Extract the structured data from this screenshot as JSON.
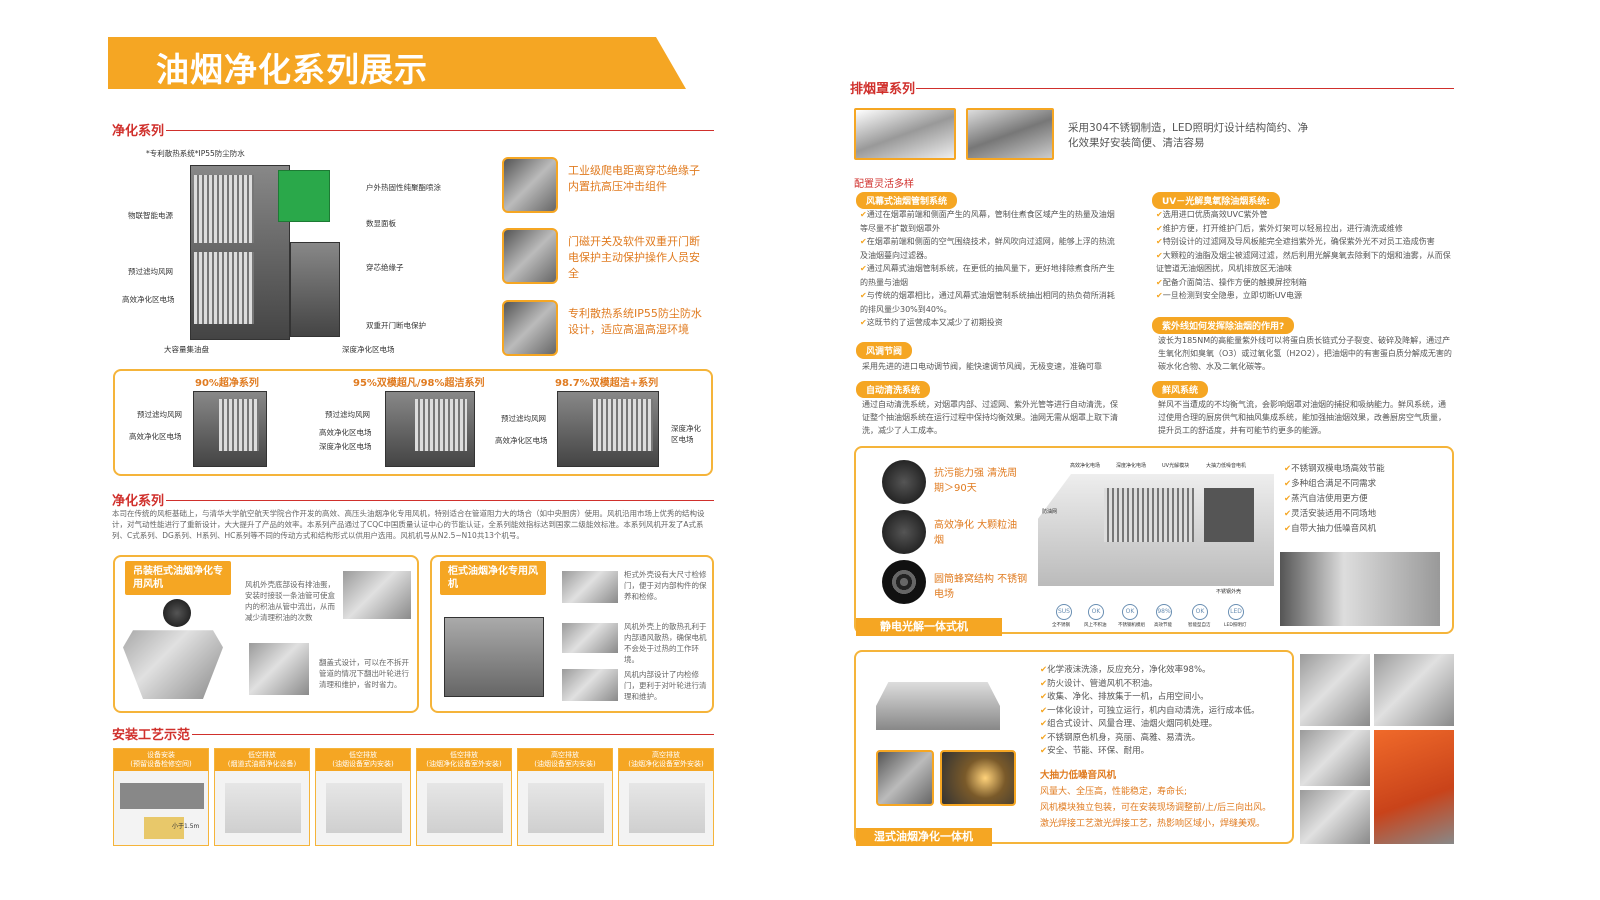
{
  "left": {
    "banner_title": "油烟净化系列展示",
    "sec1_title": "净化系列",
    "sec1_labels": {
      "top_note": "*专利散热系统*IP55防尘防水",
      "outdoor": "户外热固性纯聚酯喷涂",
      "iot_power": "物联智能电源",
      "data_panel": "数显面板",
      "prefilter": "预过滤均风网",
      "piercing": "穿芯绝缘子",
      "hv_zone": "高效净化区电场",
      "door_switch": "双重开门断电保护",
      "oil_tray": "大容量集油盘",
      "deep_zone": "深度净化区电场"
    },
    "features": [
      {
        "text": "工业级爬电距离穿芯绝缘子内置抗高压冲击组件"
      },
      {
        "text": "门磁开关及软件双重开门断电保护主动保护操作人员安全"
      },
      {
        "text": "专利散热系统IP55防尘防水设计，适应高温高湿环境"
      }
    ],
    "series": [
      {
        "title": "90%超净系列",
        "labels": [
          "预过滤均风网",
          "高效净化区电场"
        ]
      },
      {
        "title": "95%双模超凡/98%超洁系列",
        "labels": [
          "预过滤均风网",
          "高效净化区电场",
          "深度净化区电场"
        ]
      },
      {
        "title": "98.7%双模超洁+系列",
        "labels": [
          "预过滤均风网",
          "高效净化区电场",
          "深度净化区电场"
        ]
      }
    ],
    "sec2_title": "净化系列",
    "sec2_para": "本司在传统的风柜基础上，与清华大学航空航天学院合作开发的高效、高压头油烟净化专用风机，特别适合在管道阻力大的场合（如中央厨房）使用。风机沿用市场上优秀的结构设计，对气动性能进行了重新设计，大大提升了产品的效率。本系列产品通过了CQC中国质量认证中心的节能认证，全系列能效指标达到国家二级能效标准。本系列风机开发了A式系列、C式系列、DG系列、H系列、HC系列等不同的传动方式和结构形式以供用户选用。风机机号从N2.5~N10共13个机号。",
    "fan1": {
      "tag": "吊装柜式油烟净化专用风机",
      "text1": "风机外壳底部设有排油蛋，安装时接驳一条油管可使盒内的积油从管中流出，从而减少清理积油的次数",
      "text2": "翻盖式设计，可以在不拆开管道的情况下翻出叶轮进行清理和维护，省时省力。"
    },
    "fan2": {
      "tag": "柜式油烟净化专用风机",
      "notes": [
        "柜式外壳设有大尺寸检修门，便于对内部构件的保养和检修。",
        "风机外壳上的散热孔利于内部通风散热，确保电机不会处于过热的工作环境。",
        "风机内部设计了内检修门，更利于对叶轮进行清理和维护。"
      ]
    },
    "sec3_title": "安装工艺示范",
    "steps": [
      {
        "title": "设备安装",
        "sub": "(预留设备检修空间)"
      },
      {
        "title": "低空排放",
        "sub": "(烟道式油烟净化设备)"
      },
      {
        "title": "低空排放",
        "sub": "(油烟设备室内安装)"
      },
      {
        "title": "低空排放",
        "sub": "(油烟净化设备室外安装)"
      },
      {
        "title": "高空排放",
        "sub": "(油烟设备室内安装)"
      },
      {
        "title": "高空排放",
        "sub": "(油烟净化设备室外安装)"
      }
    ],
    "step1_note": "小于1.5m"
  },
  "right": {
    "sec_title": "排烟罩系列",
    "hood_desc": "采用304不锈钢制造，LED照明灯设计结构简约、净化效果好安装简便、清洁容易",
    "config_title": "配置灵活多样",
    "col1": [
      {
        "tag": "风幕式油烟管制系统",
        "items": [
          "通过在烟罩前端和侧面产生的风幕，管制住煮食区域产生的热量及油烟等尽量不扩散到烟罩外",
          "在烟罩前端和侧面的空气围绕技术，鲜风吹向过滤网，能够上浮的热流及油烟蔓向过滤器。",
          "通过风幕式油烟管制系统，在更低的抽风量下，更好地排除煮食所产生的热量与油烟",
          "与传统的烟罩相比，通过风幕式油烟管制系统抽出相同的热负荷所消耗的排风量少30%到40%。",
          "这既节约了运营成本又减少了初期投资"
        ]
      },
      {
        "tag": "风调节阀",
        "text": "采用先进的进口电动调节阀，能快速调节风阀，无极变速，准确可靠"
      },
      {
        "tag": "自动清洗系统",
        "text": "通过自动清洗系统，对烟罩内部、过滤网、紫外光管等进行自动清洗，保证整个抽油烟系统在运行过程中保持均衡效果。油网无需从烟罩上取下清洗，减少了人工成本。"
      }
    ],
    "col2": [
      {
        "tag": "UV－光解臭氧除油烟系统:",
        "items": [
          "选用进口优质高效UVC紫外管",
          "维护方便，打开维护门后，紫外灯架可以轻易拉出，进行清洗或维修",
          "特别设计的过滤网及导风板能完全遮挡紫外光，确保紫外光不对员工造成伤害",
          "大颗粒的油脂及烟尘被滤网过滤，然后利用光解臭氧去除剩下的烟和油雾，从而保证管道无油烟困扰，风机排放区无油味",
          "配备介面简洁、操作方便的触摸屏控制箱",
          "一旦检测到安全隐患，立即切断UV电源"
        ]
      },
      {
        "tag": "紫外线如何发挥除油烟的作用?",
        "text": "波长为185NM的高能量紫外线可以将蛋白质长链式分子裂变、破碎及降解，通过产生氧化剂如臭氧（O3）或过氧化氢（H2O2），把油烟中的有害蛋白质分解成无害的碳水化合物、水及二氧化碳等。"
      },
      {
        "tag": "鲜风系统",
        "text": "鲜风不当遭成的不均衡气流，会影响烟罩对油烟的捕捉和吸纳能力。鲜风系统，通过使用合理的厨房供气和抽风集成系统，能加强抽油烟效果，改善厨房空气质量，提升员工的舒适度，并有可能节约更多的能源。"
      }
    ],
    "esp": {
      "feats": [
        {
          "text": "抗污能力强 清洗周期＞90天"
        },
        {
          "text": "高效净化 大颗粒油烟"
        },
        {
          "text": "圆筒蜂窝结构 不锈钢电场"
        }
      ],
      "title": "静电光解一体式机",
      "checks": [
        "不锈钢双模电场高效节能",
        "多种组合满足不同需求",
        "蒸汽自洁使用更方便",
        "灵活安装适用不同场地",
        "自带大抽力低噪音风机"
      ],
      "diag_labels": [
        "高效净化电场",
        "深度净化电场",
        "UV光解模块",
        "大抽力低噪音电机",
        "防油网",
        "不锈钢外壳"
      ],
      "icons": [
        "SUS",
        "OK",
        "OK",
        "98%",
        "OK",
        "LED"
      ],
      "icon_captions": [
        "全不锈钢",
        "风上不积油",
        "不锈钢机模组",
        "高效节能",
        "智能型自洁",
        "LED照明灯"
      ]
    },
    "wet": {
      "title": "湿式油烟净化一体机",
      "checks": [
        "化学液沫洗涤，反应充分，净化效率98%。",
        "防火设计、管道风机不积油。",
        "收集、净化、排放集于一机，占用空间小。",
        "一体化设计，可独立运行，机内自动清洗，运行成本低。",
        "组合式设计、风量合理、油烟火烟同机处理。",
        "不锈钢原色机身，亮丽、高雅、易清洗。",
        "安全、节能、环保、耐用。"
      ],
      "fan_title": "大抽力低噪音风机",
      "fan_lines": [
        "风量大、全压高，性能稳定，寿命长;",
        "风机模块独立包装，可在安装现场调整前/上/后三向出风。",
        "激光焊接工艺激光焊接工艺，热影响区域小，焊缝美观。"
      ]
    }
  },
  "colors": {
    "accent": "#f5a623",
    "red": "#d0302c",
    "orange_text": "#e07b20"
  }
}
